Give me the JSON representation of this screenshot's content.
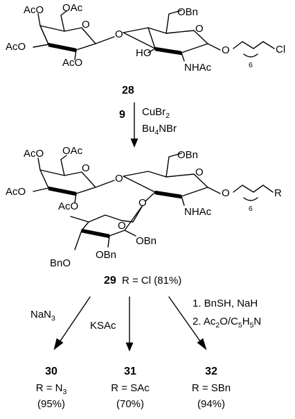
{
  "compound28": {
    "id": "28",
    "ac": "AcO",
    "oac": "OAc",
    "ho": "HO",
    "obn": "OBn",
    "nhac": "NHAc",
    "o": "O",
    "cl": "Cl",
    "chain_n": "6"
  },
  "step1": {
    "reagent_id": "9",
    "reagent_a": "CuBr",
    "reagent_a_sub": "2",
    "reagent_b": "Bu",
    "reagent_b_sub": "4",
    "reagent_b_tail": "NBr"
  },
  "compound29": {
    "id": "29",
    "caption": "R = Cl (81%)",
    "ac": "AcO",
    "oac": "OAc",
    "obn": "OBn",
    "bno": "BnO",
    "nhac": "NHAc",
    "o": "O",
    "r": "R",
    "chain_n": "6"
  },
  "step2": {
    "left_reagent": "NaN",
    "left_reagent_sub": "3",
    "mid_reagent": "KSAc",
    "right_line1": "1. BnSH, NaH",
    "right_line2a": "2. Ac",
    "right_line2a_sub": "2",
    "right_line2b": "O/C",
    "right_line2b_sub": "5",
    "right_line2c": "H",
    "right_line2c_sub": "5",
    "right_line2d": "N"
  },
  "products": [
    {
      "id": "30",
      "r_label": "R = N",
      "r_sub": "3",
      "yield": "(95%)"
    },
    {
      "id": "31",
      "r_label": "R = SAc",
      "r_sub": "",
      "yield": "(70%)"
    },
    {
      "id": "32",
      "r_label": "R = SBn",
      "r_sub": "",
      "yield": "(94%)"
    }
  ]
}
